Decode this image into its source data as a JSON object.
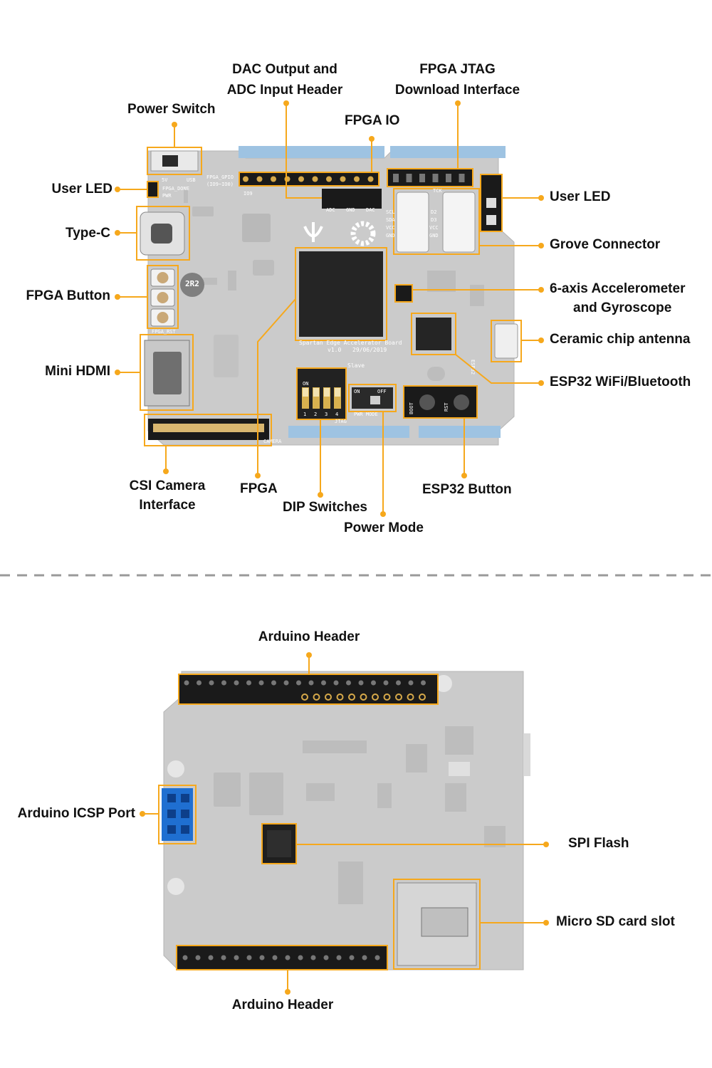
{
  "colors": {
    "accent": "#f6a81c",
    "pcb": "#c9c9c9",
    "header_blue": "#9ec3e2",
    "icsp_blue": "#1f6fd1"
  },
  "top_board": {
    "silkscreen": {
      "title": "Spartan Edge Accelerator Board",
      "version": "v1.0",
      "date": "29/06/2019",
      "slave": "Slave",
      "fpga_gpio": "FPGA_GPIO",
      "io_range": "(IO9~IO0)",
      "io9": "IO9",
      "v5": "5V",
      "usb": "USB",
      "fpga_done": "FPGA_DONE",
      "pwr": "PWR",
      "fpga_rst": "FPGA_RST",
      "adc": "ADC",
      "gnd": "GND",
      "dac": "DAC",
      "tck": "TCK",
      "scl": "SCL",
      "sda": "SDA",
      "d2": "D2",
      "d3": "D3",
      "vcc": "VCC",
      "camera": "CAMERA",
      "jtag": "JTAG",
      "on": "ON",
      "off": "OFF",
      "pwr_mode": "PWR MODE",
      "boot": "BOOT",
      "rst": "RST",
      "esp32": "ESP32",
      "inductor": "2R2",
      "dip_numbers": [
        "1",
        "2",
        "3",
        "4"
      ]
    },
    "labels": {
      "power_switch": "Power Switch",
      "dac_adc_1": "DAC Output and",
      "dac_adc_2": "ADC Input Header",
      "fpga_io": "FPGA IO",
      "jtag_1": "FPGA JTAG",
      "jtag_2": "Download Interface",
      "user_led_left": "User LED",
      "user_led_right": "User LED",
      "type_c": "Type-C",
      "grove": "Grove Connector",
      "fpga_button": "FPGA Button",
      "imu_1": "6-axis Accelerometer",
      "imu_2": "and Gyroscope",
      "antenna": "Ceramic chip antenna",
      "mini_hdmi": "Mini HDMI",
      "esp32": "ESP32 WiFi/Bluetooth",
      "csi_1": "CSI Camera",
      "csi_2": "Interface",
      "fpga": "FPGA",
      "dip": "DIP Switches",
      "power_mode": "Power Mode",
      "esp32_button": "ESP32 Button"
    }
  },
  "bottom_board": {
    "labels": {
      "arduino_header_top": "Arduino Header",
      "icsp": "Arduino ICSP Port",
      "spi_flash": "SPI Flash",
      "micro_sd": "Micro SD card slot",
      "arduino_header_bottom": "Arduino Header"
    }
  }
}
